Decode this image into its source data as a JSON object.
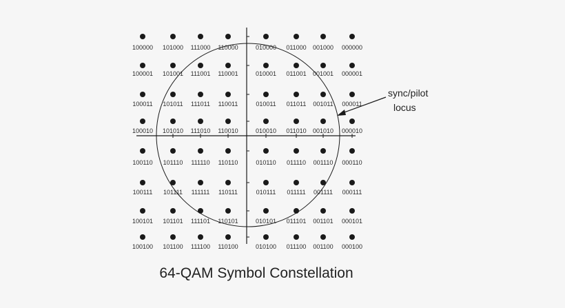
{
  "title": "64-QAM Symbol Constellation",
  "annotation": {
    "line1": "sync/pilot",
    "line2": "locus"
  },
  "colors": {
    "background": "#f6f6f6",
    "ink": "#1a1a1a"
  },
  "constellation": {
    "rows": [
      [
        "100000",
        "101000",
        "111000",
        "110000",
        "010000",
        "011000",
        "001000",
        "000000"
      ],
      [
        "100001",
        "101001",
        "111001",
        "110001",
        "010001",
        "011001",
        "001001",
        "000001"
      ],
      [
        "100011",
        "101011",
        "111011",
        "110011",
        "010011",
        "011011",
        "001011",
        "000011"
      ],
      [
        "100010",
        "101010",
        "111010",
        "110010",
        "010010",
        "011010",
        "001010",
        "000010"
      ],
      [
        "100110",
        "101110",
        "111110",
        "110110",
        "010110",
        "011110",
        "001110",
        "000110"
      ],
      [
        "100111",
        "101111",
        "111111",
        "110111",
        "010111",
        "011111",
        "001111",
        "000111"
      ],
      [
        "100101",
        "101101",
        "111101",
        "110101",
        "010101",
        "011101",
        "001101",
        "000101"
      ],
      [
        "100100",
        "101100",
        "111100",
        "110100",
        "010100",
        "011100",
        "001100",
        "000100"
      ]
    ]
  }
}
